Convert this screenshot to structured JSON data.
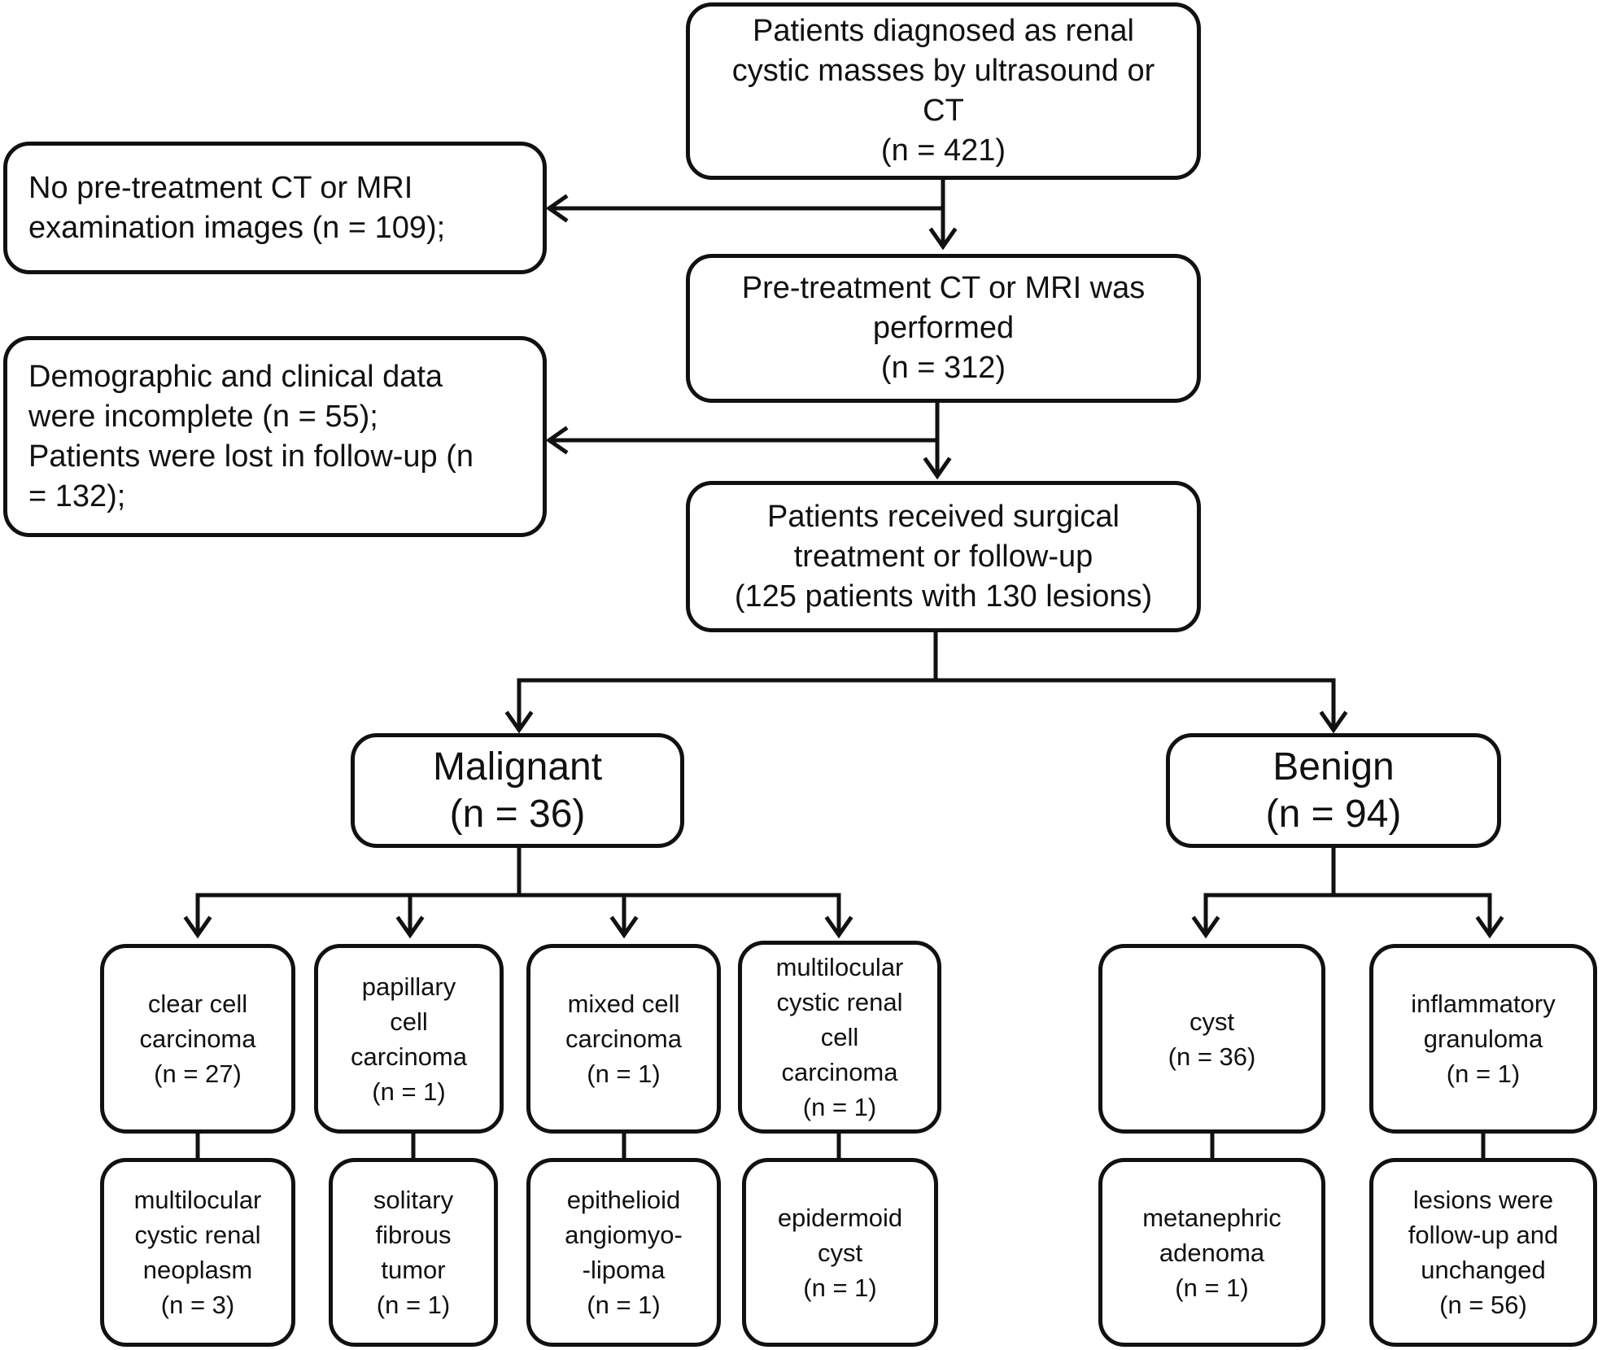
{
  "flowchart": {
    "top": {
      "lines": [
        "Patients diagnosed as renal",
        "cystic masses by ultrasound or",
        "CT",
        "(n = 421)"
      ]
    },
    "exclusion1": {
      "lines": [
        "No pre-treatment CT or MRI",
        "examination images (n = 109);"
      ]
    },
    "step2": {
      "lines": [
        "Pre-treatment CT or MRI was",
        "performed",
        "(n = 312)"
      ]
    },
    "exclusion2": {
      "lines": [
        "Demographic and clinical data",
        "were incomplete (n = 55);",
        "Patients were lost in follow-up (n",
        "= 132);"
      ]
    },
    "step3": {
      "lines": [
        "Patients received surgical",
        "treatment or follow-up",
        "(125 patients with 130 lesions)"
      ]
    },
    "malignant": {
      "lines": [
        "Malignant",
        "(n = 36)"
      ],
      "subtypes": [
        {
          "lines": [
            "clear cell",
            "carcinoma",
            "(n = 27)"
          ]
        },
        {
          "lines": [
            "papillary",
            "cell",
            "carcinoma",
            "(n = 1)"
          ]
        },
        {
          "lines": [
            "mixed cell",
            "carcinoma",
            "(n = 1)"
          ]
        },
        {
          "lines": [
            "multilocular",
            "cystic renal",
            "cell",
            "carcinoma",
            "(n = 1)"
          ]
        },
        {
          "lines": [
            "multilocular",
            "cystic renal",
            "neoplasm",
            "(n = 3)"
          ]
        },
        {
          "lines": [
            "solitary",
            "fibrous",
            "tumor",
            "(n = 1)"
          ]
        },
        {
          "lines": [
            "epithelioid",
            "angiomyo-",
            "-lipoma",
            "(n = 1)"
          ]
        },
        {
          "lines": [
            "epidermoid",
            "cyst",
            "(n = 1)"
          ]
        }
      ]
    },
    "benign": {
      "lines": [
        "Benign",
        "(n = 94)"
      ],
      "subtypes": [
        {
          "lines": [
            "cyst",
            "(n = 36)"
          ]
        },
        {
          "lines": [
            "inflammatory",
            "granuloma",
            "(n = 1)"
          ]
        },
        {
          "lines": [
            "metanephric",
            "adenoma",
            "(n = 1)"
          ]
        },
        {
          "lines": [
            "lesions were",
            "follow-up and",
            "unchanged",
            "(n = 56)"
          ]
        }
      ]
    }
  },
  "colors": {
    "stroke": "#111111",
    "background": "#ffffff"
  }
}
